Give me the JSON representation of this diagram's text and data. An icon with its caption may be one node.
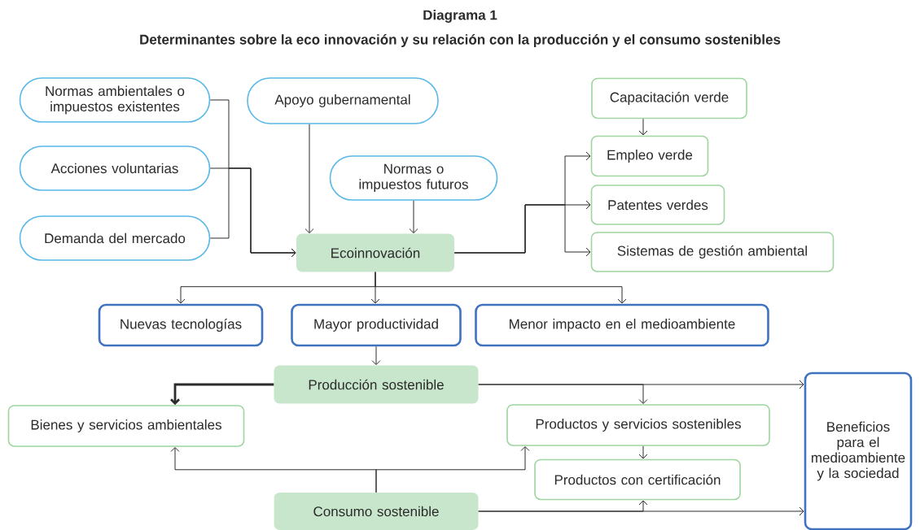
{
  "diagram": {
    "title": "Diagrama 1",
    "nodes": [
      {
        "text": [
          "Normas ambientales o impuestos existentes"
        ]
      },
      {
        "text": [
          "Apoyo gubernamental"
        ]
      },
      {
        "text": [
          "Acciones voluntarias"
        ]
      },
      {
        "text": [
          "Normas o impuestos futuros"
        ]
      },
      {
        "text": [
          "Demanda del mercado"
        ]
      },
      {
        "text": [
          "Capacitación verde"
        ]
      },
      {
        "text": [
          "Empleo verde"
        ]
      },
      {
        "text": [
          "Patentes verdes"
        ]
      },
      {
        "text": [
          "Sistemas de gestión ambiental"
        ]
      },
      {
        "text": [
          "Ecoinnovación"
        ]
      },
      {
        "text": [
          "Nuevas tecnologías"
        ]
      },
      {
        "text": [
          "Mayor productividad"
        ]
      },
      {
        "text": [
          "Menor impacto en el medioambiente"
        ]
      },
      {
        "text": [
          "Producción sostenible"
        ]
      },
      {
        "text": [
          "Bienes y servicios ambientales"
        ]
      },
      {
        "text": [
          "Productos y servicios sostenibles"
        ]
      },
      {
        "text": [
          "Productos con certificación"
        ]
      },
      {
        "text": [
          "Beneficios para el medioambiente y la sociedad"
        ]
      },
      {
        "text": [
          "Consumo sostenible"
        ]
      }
    ],
    "edges": [
      {
        "from": 0,
        "to": 9,
        "arrow": "to"
      },
      {
        "from": 2,
        "to": 9,
        "arrow": "to"
      },
      {
        "from": 4,
        "to": 9,
        "arrow": "to"
      },
      {
        "from": 1,
        "to": 9,
        "arrow": "to"
      },
      {
        "from": 3,
        "to": 9,
        "arrow": "to"
      },
      {
        "from": 5,
        "to": 6,
        "arrow": "to"
      },
      {
        "from": 9,
        "to": 6,
        "arrow": "to"
      },
      {
        "from": 9,
        "to": 7,
        "arrow": "to"
      },
      {
        "from": 9,
        "to": 8,
        "arrow": "to"
      },
      {
        "from": 9,
        "to": 10,
        "arrow": "to"
      },
      {
        "from": 9,
        "to": 11,
        "arrow": "to"
      },
      {
        "from": 9,
        "to": 12,
        "arrow": "to"
      },
      {
        "from": 11,
        "to": 13,
        "arrow": "to"
      },
      {
        "from": 13,
        "to": 14,
        "arrow": "to",
        "style": "thick"
      },
      {
        "from": 13,
        "to": 15,
        "arrow": "to"
      },
      {
        "from": 13,
        "to": 17,
        "arrow": "to"
      },
      {
        "from": 15,
        "to": 16,
        "arrow": "to"
      },
      {
        "from": 18,
        "to": 14,
        "arrow": "to"
      },
      {
        "from": 18,
        "to": 15,
        "arrow": "to"
      },
      {
        "from": 18,
        "to": 16,
        "arrow": "to"
      },
      {
        "from": 18,
        "to": 17,
        "arrow": "to"
      }
    ],
    "labels": [
      "Determinantes sobre la eco innovación y su relación con la producción y el consumo sostenibles"
    ]
  }
}
